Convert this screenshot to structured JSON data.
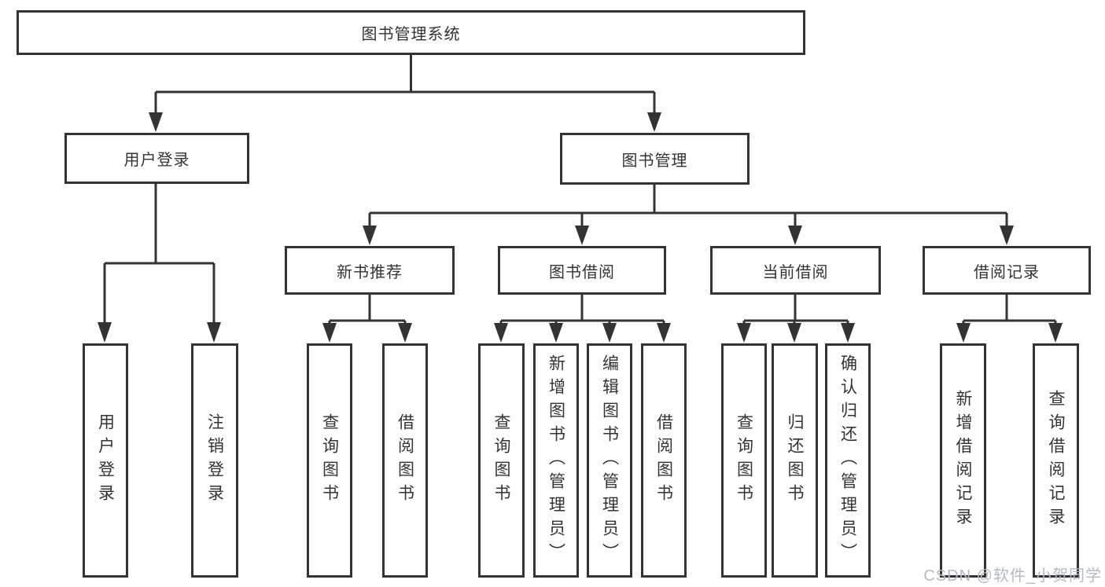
{
  "diagram": {
    "root": "图书管理系统",
    "level2": {
      "user_login": "用户登录",
      "book_management": "图书管理"
    },
    "level3": {
      "new_books": "新书推荐",
      "book_borrow": "图书借阅",
      "current_borrow": "当前借阅",
      "borrow_records": "借阅记录"
    },
    "leaves": {
      "user_login": [
        "用户登录",
        "注销登录"
      ],
      "new_books": [
        "查询图书",
        "借阅图书"
      ],
      "book_borrow": [
        "查询图书",
        "新增图书（管理员）",
        "编辑图书（管理员）",
        "借阅图书"
      ],
      "current_borrow": [
        "查询图书",
        "归还图书",
        "确认归还（管理员）"
      ],
      "borrow_records": [
        "新增借阅记录",
        "查询借阅记录"
      ]
    }
  },
  "watermark": "CSDN @软件_小贺同学",
  "colors": {
    "line": "#333333",
    "text": "#333333",
    "watermark": "#b3bac1",
    "background": "#ffffff"
  }
}
